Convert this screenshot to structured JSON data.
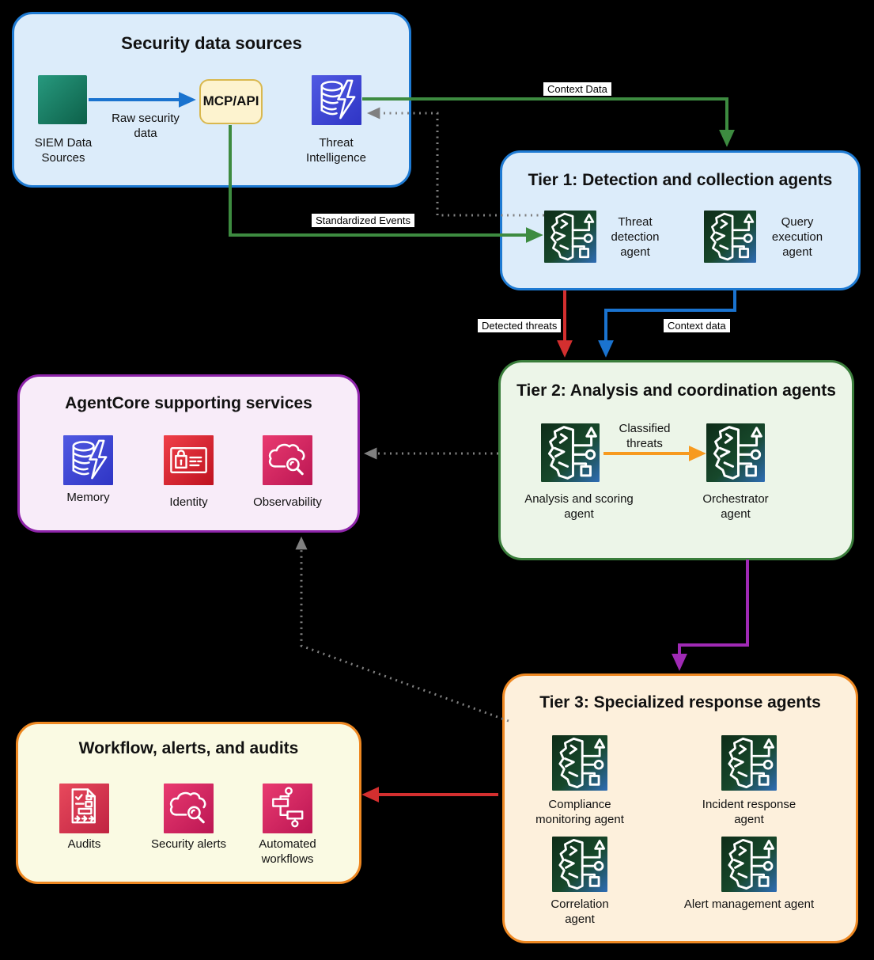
{
  "diagram": {
    "background_color": "#000000",
    "security": {
      "title": "Security data sources",
      "siem": "SIEM Data Sources",
      "mcp": "MCP/API",
      "threat_intel": "Threat Intelligence"
    },
    "tier1": {
      "title": "Tier 1: Detection and collection agents",
      "agents": [
        {
          "label": "Threat detection agent"
        },
        {
          "label": "Query execution agent"
        }
      ]
    },
    "tier2": {
      "title": "Tier 2: Analysis and coordination agents",
      "agents": [
        {
          "label": "Analysis and scoring agent"
        },
        {
          "label": "Orchestrator agent"
        }
      ]
    },
    "tier3": {
      "title": "Tier 3: Specialized response agents",
      "agents": [
        {
          "label": "Compliance monitoring agent"
        },
        {
          "label": "Incident response agent"
        },
        {
          "label": "Correlation agent"
        },
        {
          "label": "Alert management agent"
        }
      ]
    },
    "agentcore": {
      "title": "AgentCore supporting services",
      "services": [
        {
          "label": "Memory"
        },
        {
          "label": "Identity"
        },
        {
          "label": "Observability"
        }
      ]
    },
    "workflow": {
      "title": "Workflow, alerts, and audits",
      "items": [
        {
          "label": "Audits"
        },
        {
          "label": "Security alerts"
        },
        {
          "label": "Automated workflows"
        }
      ]
    },
    "edges": {
      "raw_security_data": "Raw security data",
      "context_data_top": "Context Data",
      "standardized_events": "Standardized Events",
      "detected_threats": "Detected threats",
      "context_data_mid": "Context data",
      "classified_threats": "Classified threats"
    },
    "colors": {
      "blue_box_border": "#1e7ad2",
      "green_box_border": "#3a7d3b",
      "purple_box_border": "#8e24aa",
      "orange_box_border": "#ee8822",
      "arrow_blue": "#1a73cf",
      "arrow_green": "#3d8b40",
      "arrow_red": "#d32f2f",
      "arrow_orange": "#f79a1f",
      "arrow_purple": "#a02ab5",
      "arrow_gray": "#808080"
    }
  }
}
